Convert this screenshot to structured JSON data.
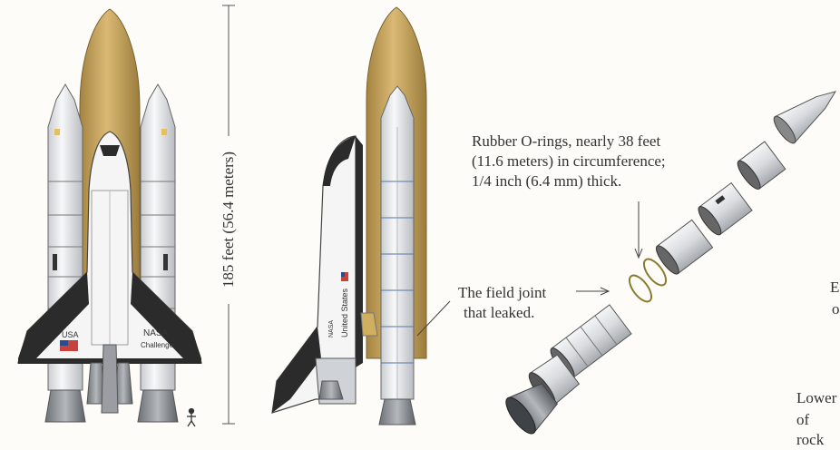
{
  "height_label": "185 feet (56.4 meters)",
  "oring_label": [
    "Rubber O-rings, nearly 38 feet",
    "(11.6 meters) in circumference;",
    "1/4 inch (6.4 mm) thick."
  ],
  "joint_label": [
    "The field joint",
    "that leaked."
  ],
  "clipped_text": [
    "E",
    "o",
    "Lower",
    "of rock"
  ],
  "decals": {
    "usa": "USA",
    "nasa": "NASA",
    "orbiter_name": "Challenger",
    "country": "United States",
    "nasa_side": "NASA"
  },
  "colors": {
    "tank": "#c8a45c",
    "booster": "#eef0f2",
    "orbiter_black": "#2b2b2b",
    "nozzle": "#8e9297",
    "flag_red": "#c8413a",
    "flag_blue": "#2d4a8a",
    "background": "#fdfcf8"
  }
}
